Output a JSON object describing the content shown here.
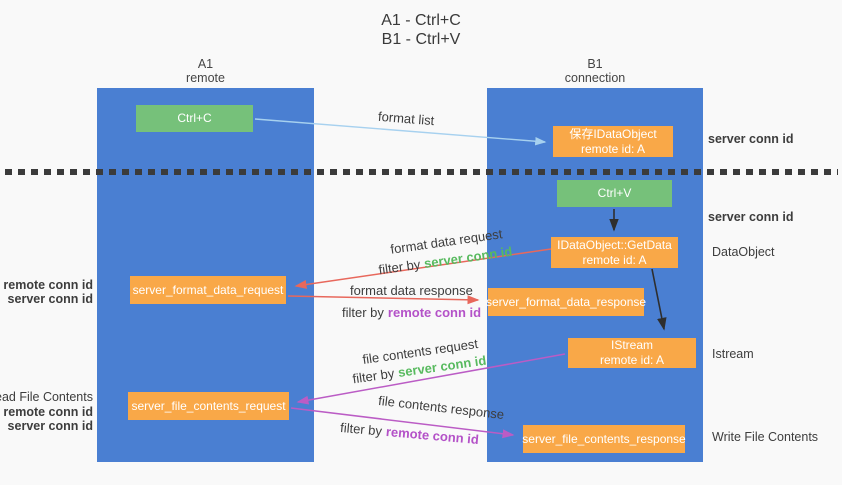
{
  "title": {
    "line1": "A1 - Ctrl+C",
    "line2": "B1 - Ctrl+V"
  },
  "columns": {
    "left": {
      "id": "A1",
      "name": "remote"
    },
    "right": {
      "id": "B1",
      "name": "connection"
    }
  },
  "boxes": {
    "ctrl_c": "Ctrl+C",
    "ctrl_v": "Ctrl+V",
    "save_dataobject": {
      "line1": "保存IDataObject",
      "line2": "remote id: A"
    },
    "getdata": {
      "line1": "IDataObject::GetData",
      "line2": "remote id: A"
    },
    "istream": {
      "line1": "IStream",
      "line2": "remote id: A"
    },
    "format_request": "server_format_data_request",
    "format_response": "server_format_data_response",
    "file_request": "server_file_contents_request",
    "file_response": "server_file_contents_response"
  },
  "flows": {
    "format_list": "format list",
    "format_data_request": "format data request",
    "format_data_response": "format data response",
    "file_contents_request": "file contents request",
    "file_contents_response": "file contents response",
    "filter_prefix": "filter by",
    "server_conn_id": "server conn id",
    "remote_conn_id": "remote conn id"
  },
  "right_labels": {
    "server_conn_top": "server conn id",
    "server_conn_mid": "server conn id",
    "dataobject": "DataObject",
    "istream": "Istream",
    "write_file": "Write File Contents"
  },
  "left_labels": {
    "remote_conn_1": "remote conn id",
    "server_conn_1": "server conn id",
    "read_file": "Read File Contents",
    "remote_conn_2": "remote conn id",
    "server_conn_2": "server conn id"
  },
  "colors": {
    "lane_blue": "#4a7fd2",
    "green_box": "#76c17a",
    "orange_box": "#f9a848",
    "arrow_light_blue": "#a7d1ef",
    "arrow_red": "#e8685c",
    "arrow_magenta": "#bb5cc5",
    "arrow_black": "#2e2e2e",
    "text_green": "#58ba5f",
    "text_purple": "#b452c8",
    "text_dark": "#3d3d3d"
  }
}
